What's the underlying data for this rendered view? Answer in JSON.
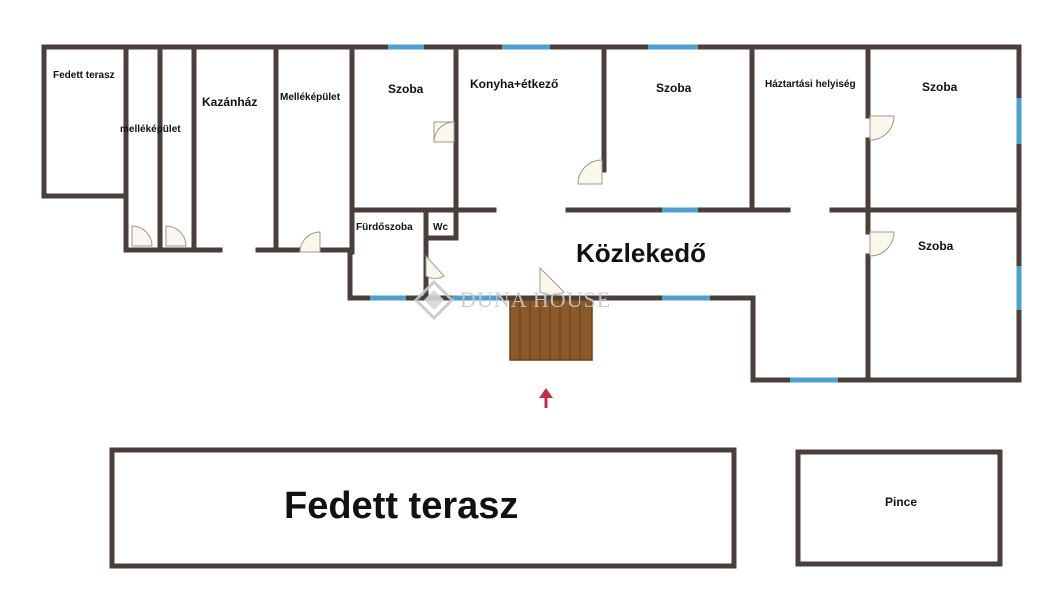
{
  "rooms": {
    "fedett_terasz_small": "Fedett terasz",
    "melleképulet_small": "melléképület",
    "kazanhaz": "Kazánház",
    "melleképulet": "Melléképület",
    "szoba_1": "Szoba",
    "konyha": "Konyha+étkező",
    "szoba_2": "Szoba",
    "haztartasi": "Háztartási helyiség",
    "szoba_3": "Szoba",
    "furdoszoba": "Fürdőszoba",
    "wc": "Wc",
    "kozlekedo": "Közlekedő",
    "szoba_4": "Szoba",
    "fedett_terasz_large": "Fedett terasz",
    "pince": "Pince"
  },
  "watermark": "DUNA HOUSE",
  "colors": {
    "wall": "#4a3f3a",
    "window": "#4f9fcf",
    "stairs": "#8b5a2b",
    "entrance_arrow": "#c0304a"
  }
}
